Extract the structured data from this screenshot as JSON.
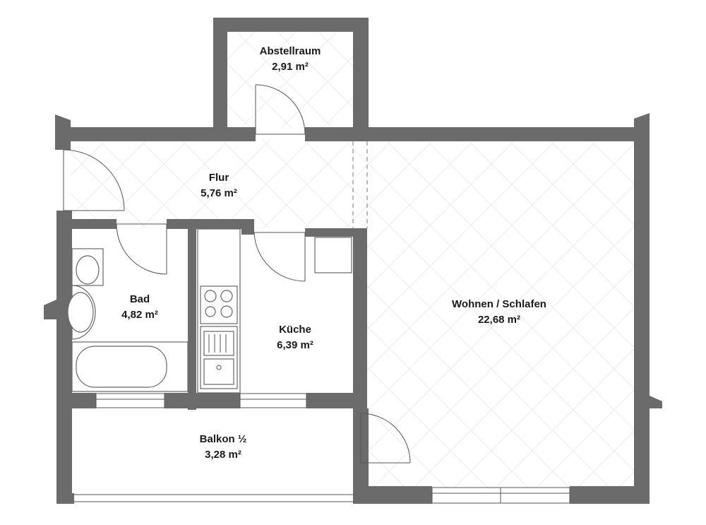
{
  "rooms": {
    "abstellraum": {
      "name": "Abstellraum",
      "area": "2,91 m²"
    },
    "flur": {
      "name": "Flur",
      "area": "5,76 m²"
    },
    "bad": {
      "name": "Bad",
      "area": "4,82 m²"
    },
    "kueche": {
      "name": "Küche",
      "area": "6,39 m²"
    },
    "wohnen": {
      "name": "Wohnen / Schlafen",
      "area": "22,68 m²"
    },
    "balkon": {
      "name": "Balkon ½",
      "area": "3,28 m²"
    }
  },
  "colors": {
    "wall": "#6b6b6b",
    "background": "#ffffff"
  }
}
